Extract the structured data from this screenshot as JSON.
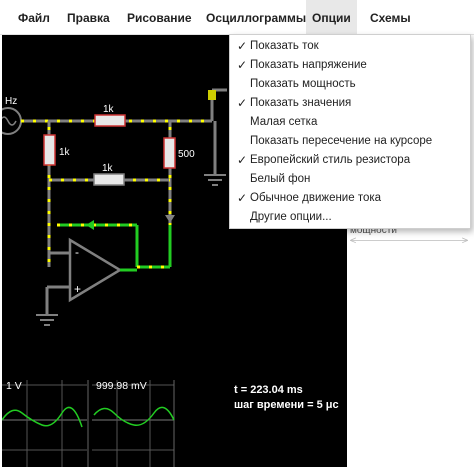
{
  "menubar": {
    "items": [
      "Файл",
      "Правка",
      "Рисование",
      "Осциллограммы",
      "Опции",
      "Схемы"
    ],
    "active_index": 4
  },
  "options_menu": {
    "items": [
      {
        "label": "Показать ток",
        "checked": true
      },
      {
        "label": "Показать напряжение",
        "checked": true
      },
      {
        "label": "Показать мощность",
        "checked": false
      },
      {
        "label": "Показать значения",
        "checked": true
      },
      {
        "label": "Малая сетка",
        "checked": false
      },
      {
        "label": "Показать пересечение на курсоре",
        "checked": false
      },
      {
        "label": "Европейский стиль резистора",
        "checked": true
      },
      {
        "label": "Белый фон",
        "checked": false
      },
      {
        "label": "Обычное движение тока",
        "checked": true
      },
      {
        "label": "Другие опции...",
        "checked": false
      }
    ],
    "check_glyph": "✓"
  },
  "circuit": {
    "source_label": "Hz",
    "r_top": "1k",
    "r_left": "1k",
    "r_right": "500",
    "r_feedback": "1k",
    "opamp_minus": "-",
    "opamp_plus": "+"
  },
  "readout": {
    "time": "t = 223.04 ms",
    "timestep": "шаг времени = 5 μс"
  },
  "scopes": [
    {
      "label": "1 V"
    },
    {
      "label": "999.98 mV"
    }
  ],
  "right_panel": {
    "partial_label": "мощности",
    "arrow_left": "<",
    "arrow_right": ">"
  },
  "colors": {
    "wire_gray": "#808080",
    "current_yellow": "#ffff00",
    "voltage_green": "#22cc22",
    "voltage_red": "#cc3333",
    "resistor_body": "#e8e8e8",
    "canvas_bg": "#000000"
  }
}
